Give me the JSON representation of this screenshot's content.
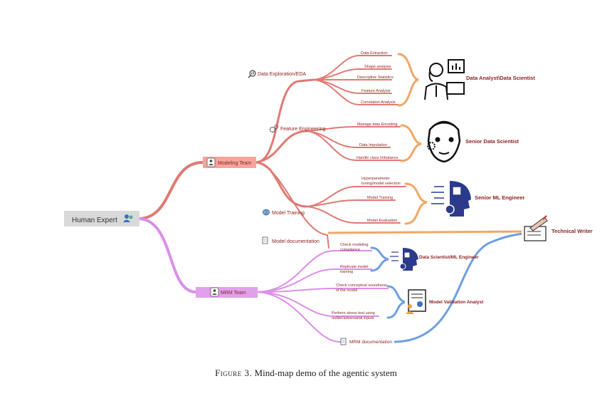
{
  "root": {
    "label": "Human Expert",
    "icon": "people-icon"
  },
  "modeling_team": {
    "label": "Modeling Team",
    "icon": "team-icon"
  },
  "mrm_team": {
    "label": "MRM Team",
    "icon": "team-icon"
  },
  "branches": {
    "eda": {
      "label": "Data Exploration/EDA",
      "icon": "magnifier-chart-icon",
      "items": [
        "Data Extraction",
        "Shape analysis",
        "Descriptive Statistics",
        "Feature Analysis",
        "Correlation Analysis"
      ]
    },
    "fe": {
      "label": "Feature Engineering",
      "icon": "gears-icon",
      "items": [
        "Manage data Encoding",
        "Data Imputation",
        "Handle class Imbalance"
      ]
    },
    "mt": {
      "label": "Model Training",
      "icon": "brain-icon",
      "items": [
        "Hyperparameter tuning/model selection",
        "Model Training",
        "Model Evaluation"
      ]
    },
    "md": {
      "label": "Model documentation",
      "icon": "document-icon"
    },
    "mrm": {
      "items": [
        "Check modeling compliance",
        "Replicate model training",
        "Check conceptual soundness of the model",
        "Perform stress test using outlier/adversarial inputs"
      ],
      "doc": "MRM documentation"
    }
  },
  "agents": {
    "analyst": {
      "label": "Data Analyst\\Data Scientist",
      "icon": "analyst-person-icon"
    },
    "senior_ds": {
      "label": "Senior Data Scientist",
      "icon": "robot-face-icon"
    },
    "ml_engineer": {
      "label": "Senior ML Engineer",
      "icon": "ai-head-icon"
    },
    "tech_writer": {
      "label": "Technical Writer",
      "icon": "writing-icon"
    },
    "ds_ml": {
      "label": "Data Scientist/ML Engineer",
      "icon": "ai-head-icon"
    },
    "validation": {
      "label": "Model Validation Analyst",
      "icon": "validation-analyst-icon"
    }
  },
  "colors": {
    "modeling": "#e07a72",
    "mrm": "#dc8ee8",
    "bracket": "#f0a766",
    "writer_link": "#6f9fe0",
    "node_box": "#f4a59c",
    "mrm_box": "#e1a0ec",
    "root_box": "#d9d9d9",
    "label": "#8b2323"
  },
  "caption": {
    "figure": "Figure 3.",
    "text": "Mind-map demo of the agentic system"
  }
}
